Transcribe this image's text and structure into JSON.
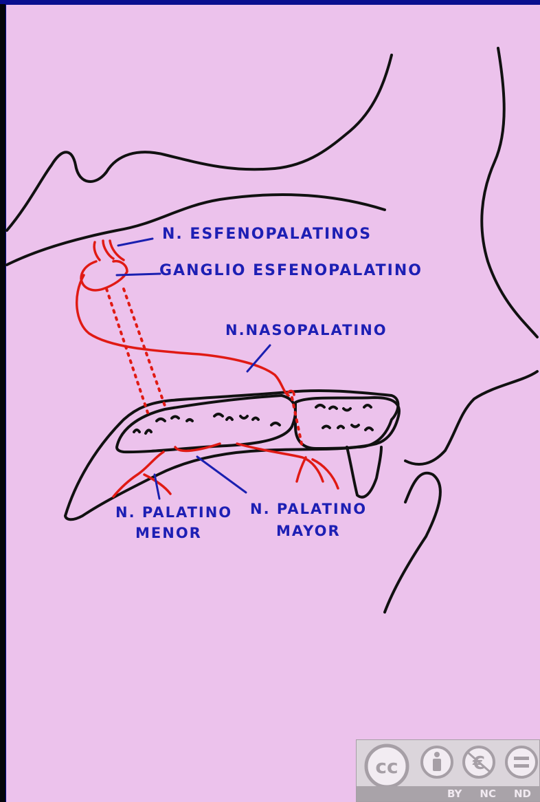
{
  "labels": {
    "n_esfenopalatinos": "N. ESFENOPALATINOS",
    "ganglio": "GANGLIO ESFENOPALATINO",
    "nasopalatino": "N.NASOPALATINO",
    "palatino_menor_1": "N. PALATINO",
    "palatino_menor_2": "MENOR",
    "palatino_mayor_1": "N. PALATINO",
    "palatino_mayor_2": "MAYOR"
  },
  "license": {
    "cc": "cc",
    "by": "BY",
    "nc": "NC",
    "nd": "ND"
  },
  "colors": {
    "background": "#ecc2ec",
    "nerve": "#e01a14",
    "label": "#1d1fb4",
    "outline": "#111111"
  }
}
